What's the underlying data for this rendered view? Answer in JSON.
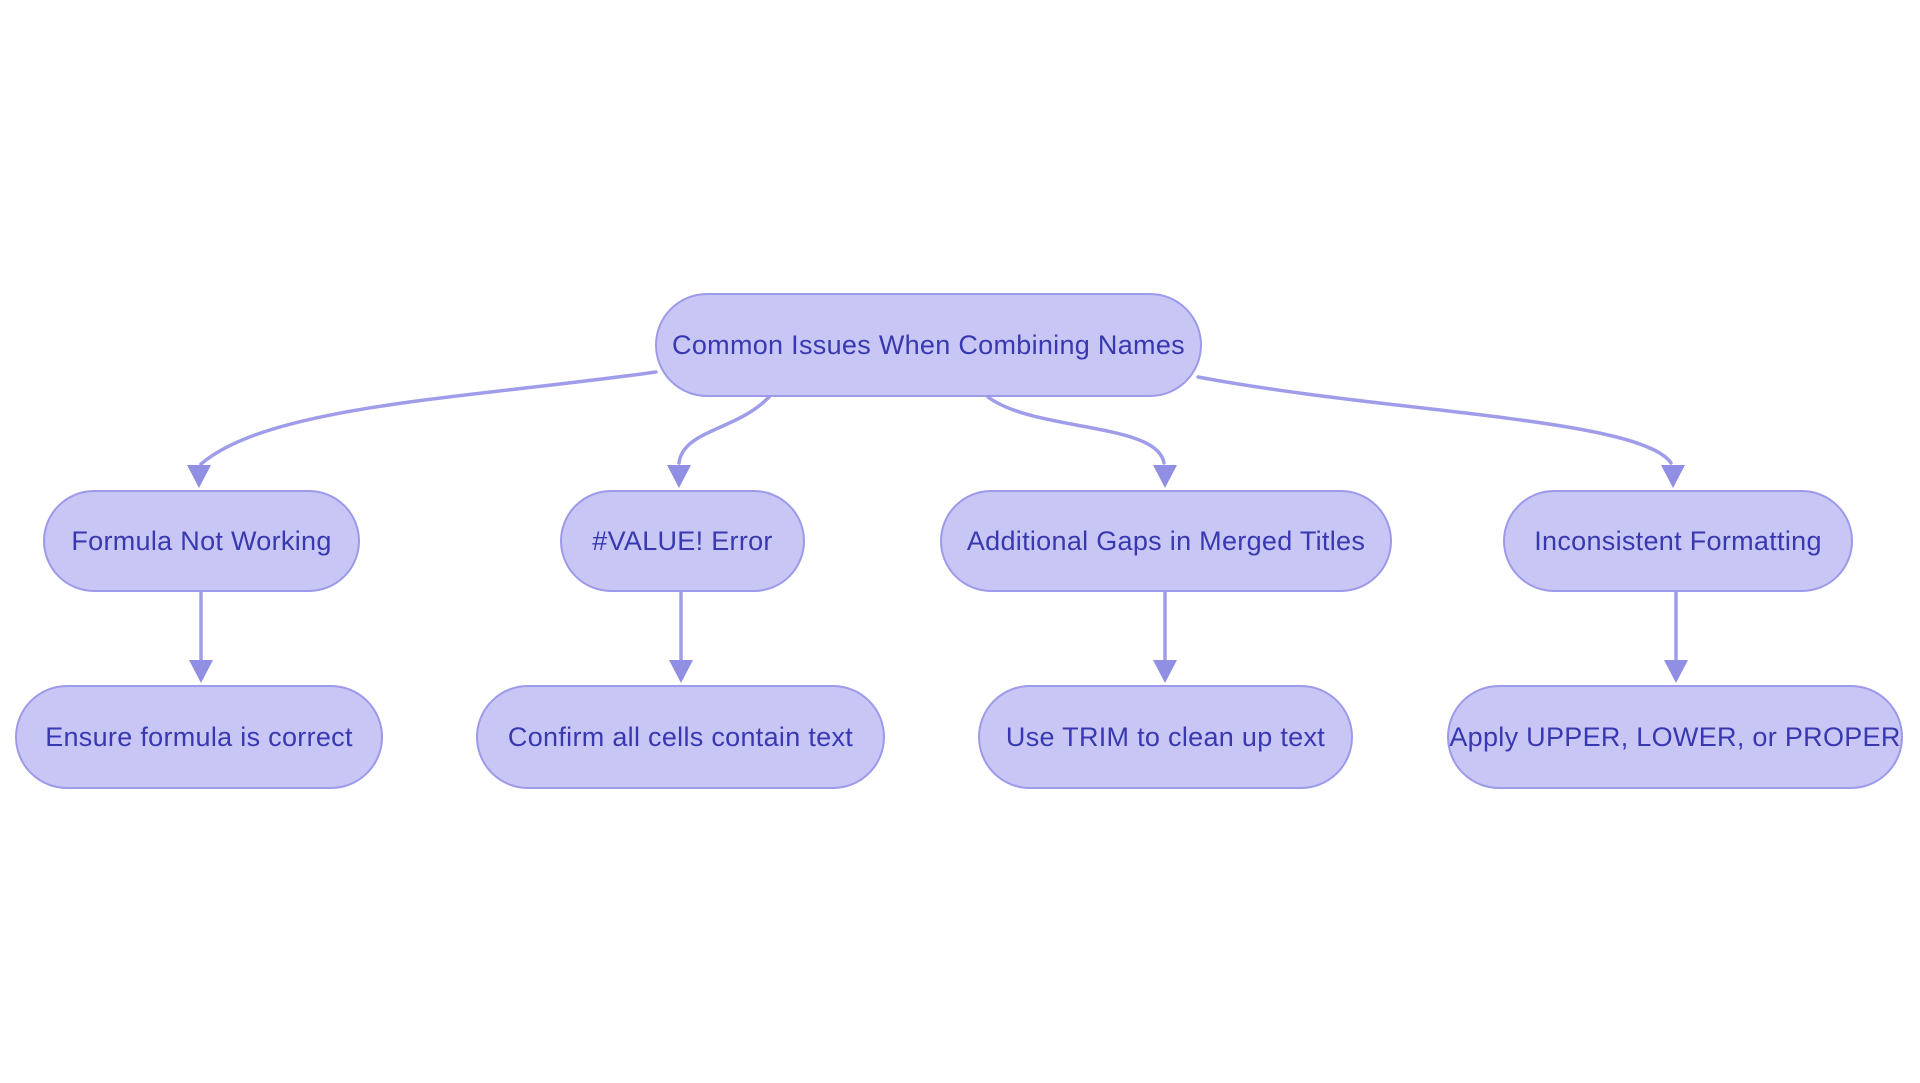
{
  "diagram": {
    "type": "flowchart",
    "title": "Common Issues When Combining Names",
    "colors": {
      "node_fill": "#c8c6f5",
      "node_border": "#9c9ae9",
      "node_text": "#3838b0",
      "edge": "#9f9dea",
      "arrowhead": "#918fe4",
      "background": "#ffffff"
    },
    "nodes": {
      "root": {
        "id": "root",
        "label": "Common Issues When Combining Names"
      },
      "issues": [
        {
          "id": "issue-formula",
          "label": "Formula Not Working"
        },
        {
          "id": "issue-value-error",
          "label": "#VALUE! Error"
        },
        {
          "id": "issue-gaps",
          "label": "Additional Gaps in Merged Titles"
        },
        {
          "id": "issue-formatting",
          "label": "Inconsistent Formatting"
        }
      ],
      "solutions": [
        {
          "id": "solution-formula",
          "label": "Ensure formula is correct"
        },
        {
          "id": "solution-value-error",
          "label": "Confirm all cells contain text"
        },
        {
          "id": "solution-gaps",
          "label": "Use TRIM to clean up text"
        },
        {
          "id": "solution-formatting",
          "label": "Apply UPPER, LOWER, or PROPER"
        }
      ]
    },
    "edges": [
      {
        "from": "root",
        "to": "issue-formula"
      },
      {
        "from": "root",
        "to": "issue-value-error"
      },
      {
        "from": "root",
        "to": "issue-gaps"
      },
      {
        "from": "root",
        "to": "issue-formatting"
      },
      {
        "from": "issue-formula",
        "to": "solution-formula"
      },
      {
        "from": "issue-value-error",
        "to": "solution-value-error"
      },
      {
        "from": "issue-gaps",
        "to": "solution-gaps"
      },
      {
        "from": "issue-formatting",
        "to": "solution-formatting"
      }
    ]
  }
}
